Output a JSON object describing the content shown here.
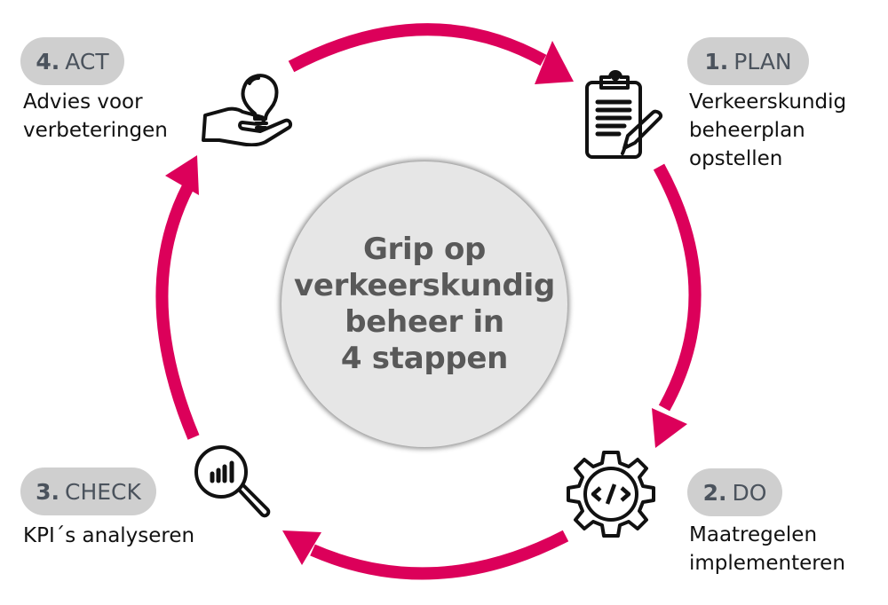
{
  "center": {
    "lines": [
      "Grip op",
      "verkeerskundig",
      "beheer in",
      "4 stappen"
    ]
  },
  "colors": {
    "arrow": "#dc005a",
    "pill_bg": "#cfcfcf",
    "pill_text": "#4b535d",
    "center_bg": "#e6e6e6",
    "center_text": "#595959"
  },
  "steps": [
    {
      "number": "1.",
      "name": "PLAN",
      "icon": "clipboard-pencil-icon",
      "description": [
        "Verkeerskundig",
        "beheerplan",
        "opstellen"
      ]
    },
    {
      "number": "2.",
      "name": "DO",
      "icon": "gear-code-icon",
      "description": [
        "Maatregelen",
        "implementeren"
      ]
    },
    {
      "number": "3.",
      "name": "CHECK",
      "icon": "magnifier-chart-icon",
      "description": [
        "KPI´s analyseren"
      ]
    },
    {
      "number": "4.",
      "name": "ACT",
      "icon": "hand-lightbulb-icon",
      "description": [
        "Advies voor",
        "verbeteringen"
      ]
    }
  ]
}
